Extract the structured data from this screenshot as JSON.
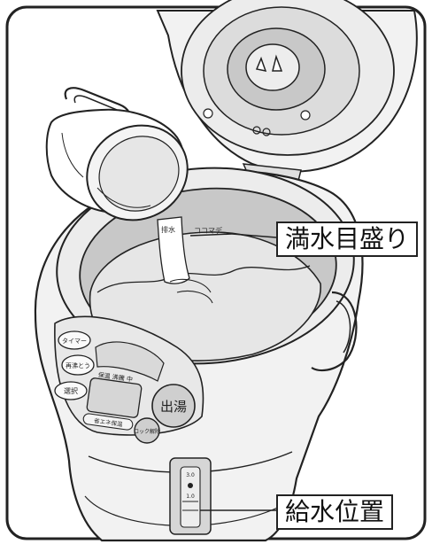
{
  "callouts": {
    "full_water_mark": "満水目盛り",
    "water_gauge_position": "給水位置"
  },
  "inner_markings": {
    "fill_line": "ココマデ",
    "drain_label": "排水"
  },
  "control_panel": {
    "timer_button": "タイマー",
    "keep_warm_button": "再沸とう",
    "select_button": "選択",
    "dispense_button": "出湯",
    "lock_button": "ロック解除",
    "display_header": "保温 沸騰 中",
    "energy_saving_label": "省エネ保温"
  },
  "gauge": {
    "scale_top": "3.0",
    "scale_mid": "1.0"
  },
  "colors": {
    "outline": "#222222",
    "body_fill": "#f2f2f2",
    "shade": "#c8c8c8",
    "water": "#e6e6e6",
    "gauge_window": "#d6d6d6"
  }
}
